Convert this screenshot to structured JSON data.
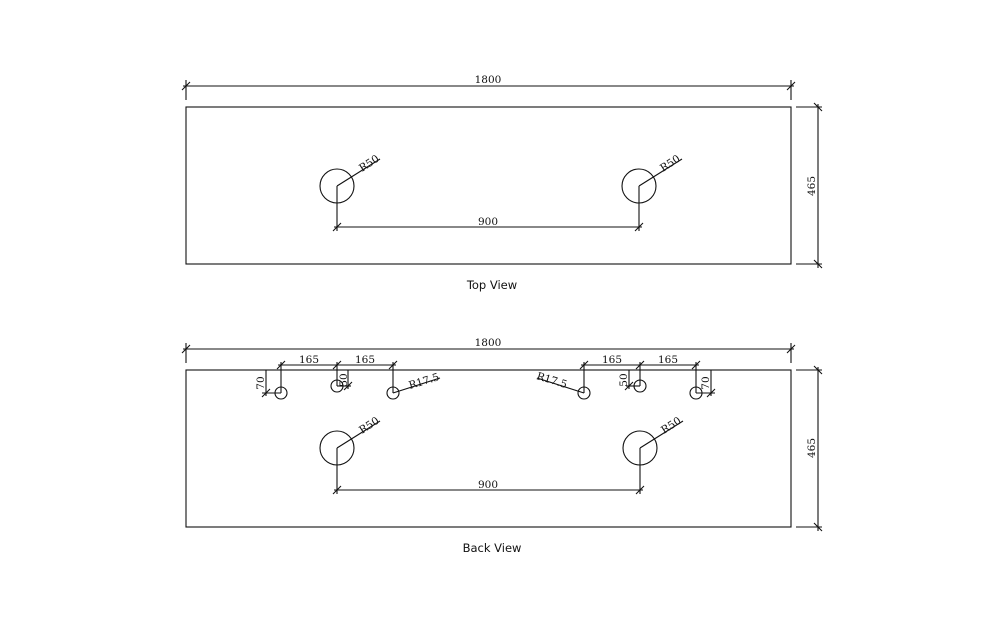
{
  "top_view": {
    "caption": "Top View",
    "overall_width": "1800",
    "overall_depth": "465",
    "hole_left_radius": "R50",
    "hole_right_radius": "R50",
    "hole_spacing": "900"
  },
  "back_view": {
    "caption": "Back View",
    "overall_width": "1800",
    "overall_depth": "465",
    "hole_left_radius": "R50",
    "hole_right_radius": "R50",
    "hole_spacing": "900",
    "left_tap_offset_1": "165",
    "left_tap_offset_2": "165",
    "right_tap_offset_1": "165",
    "right_tap_offset_2": "165",
    "left_outer_depth": "70",
    "left_inner_depth": "50",
    "right_inner_depth": "50",
    "right_outer_depth": "70",
    "left_small_radius": "R17.5",
    "right_small_radius": "R17.5"
  }
}
